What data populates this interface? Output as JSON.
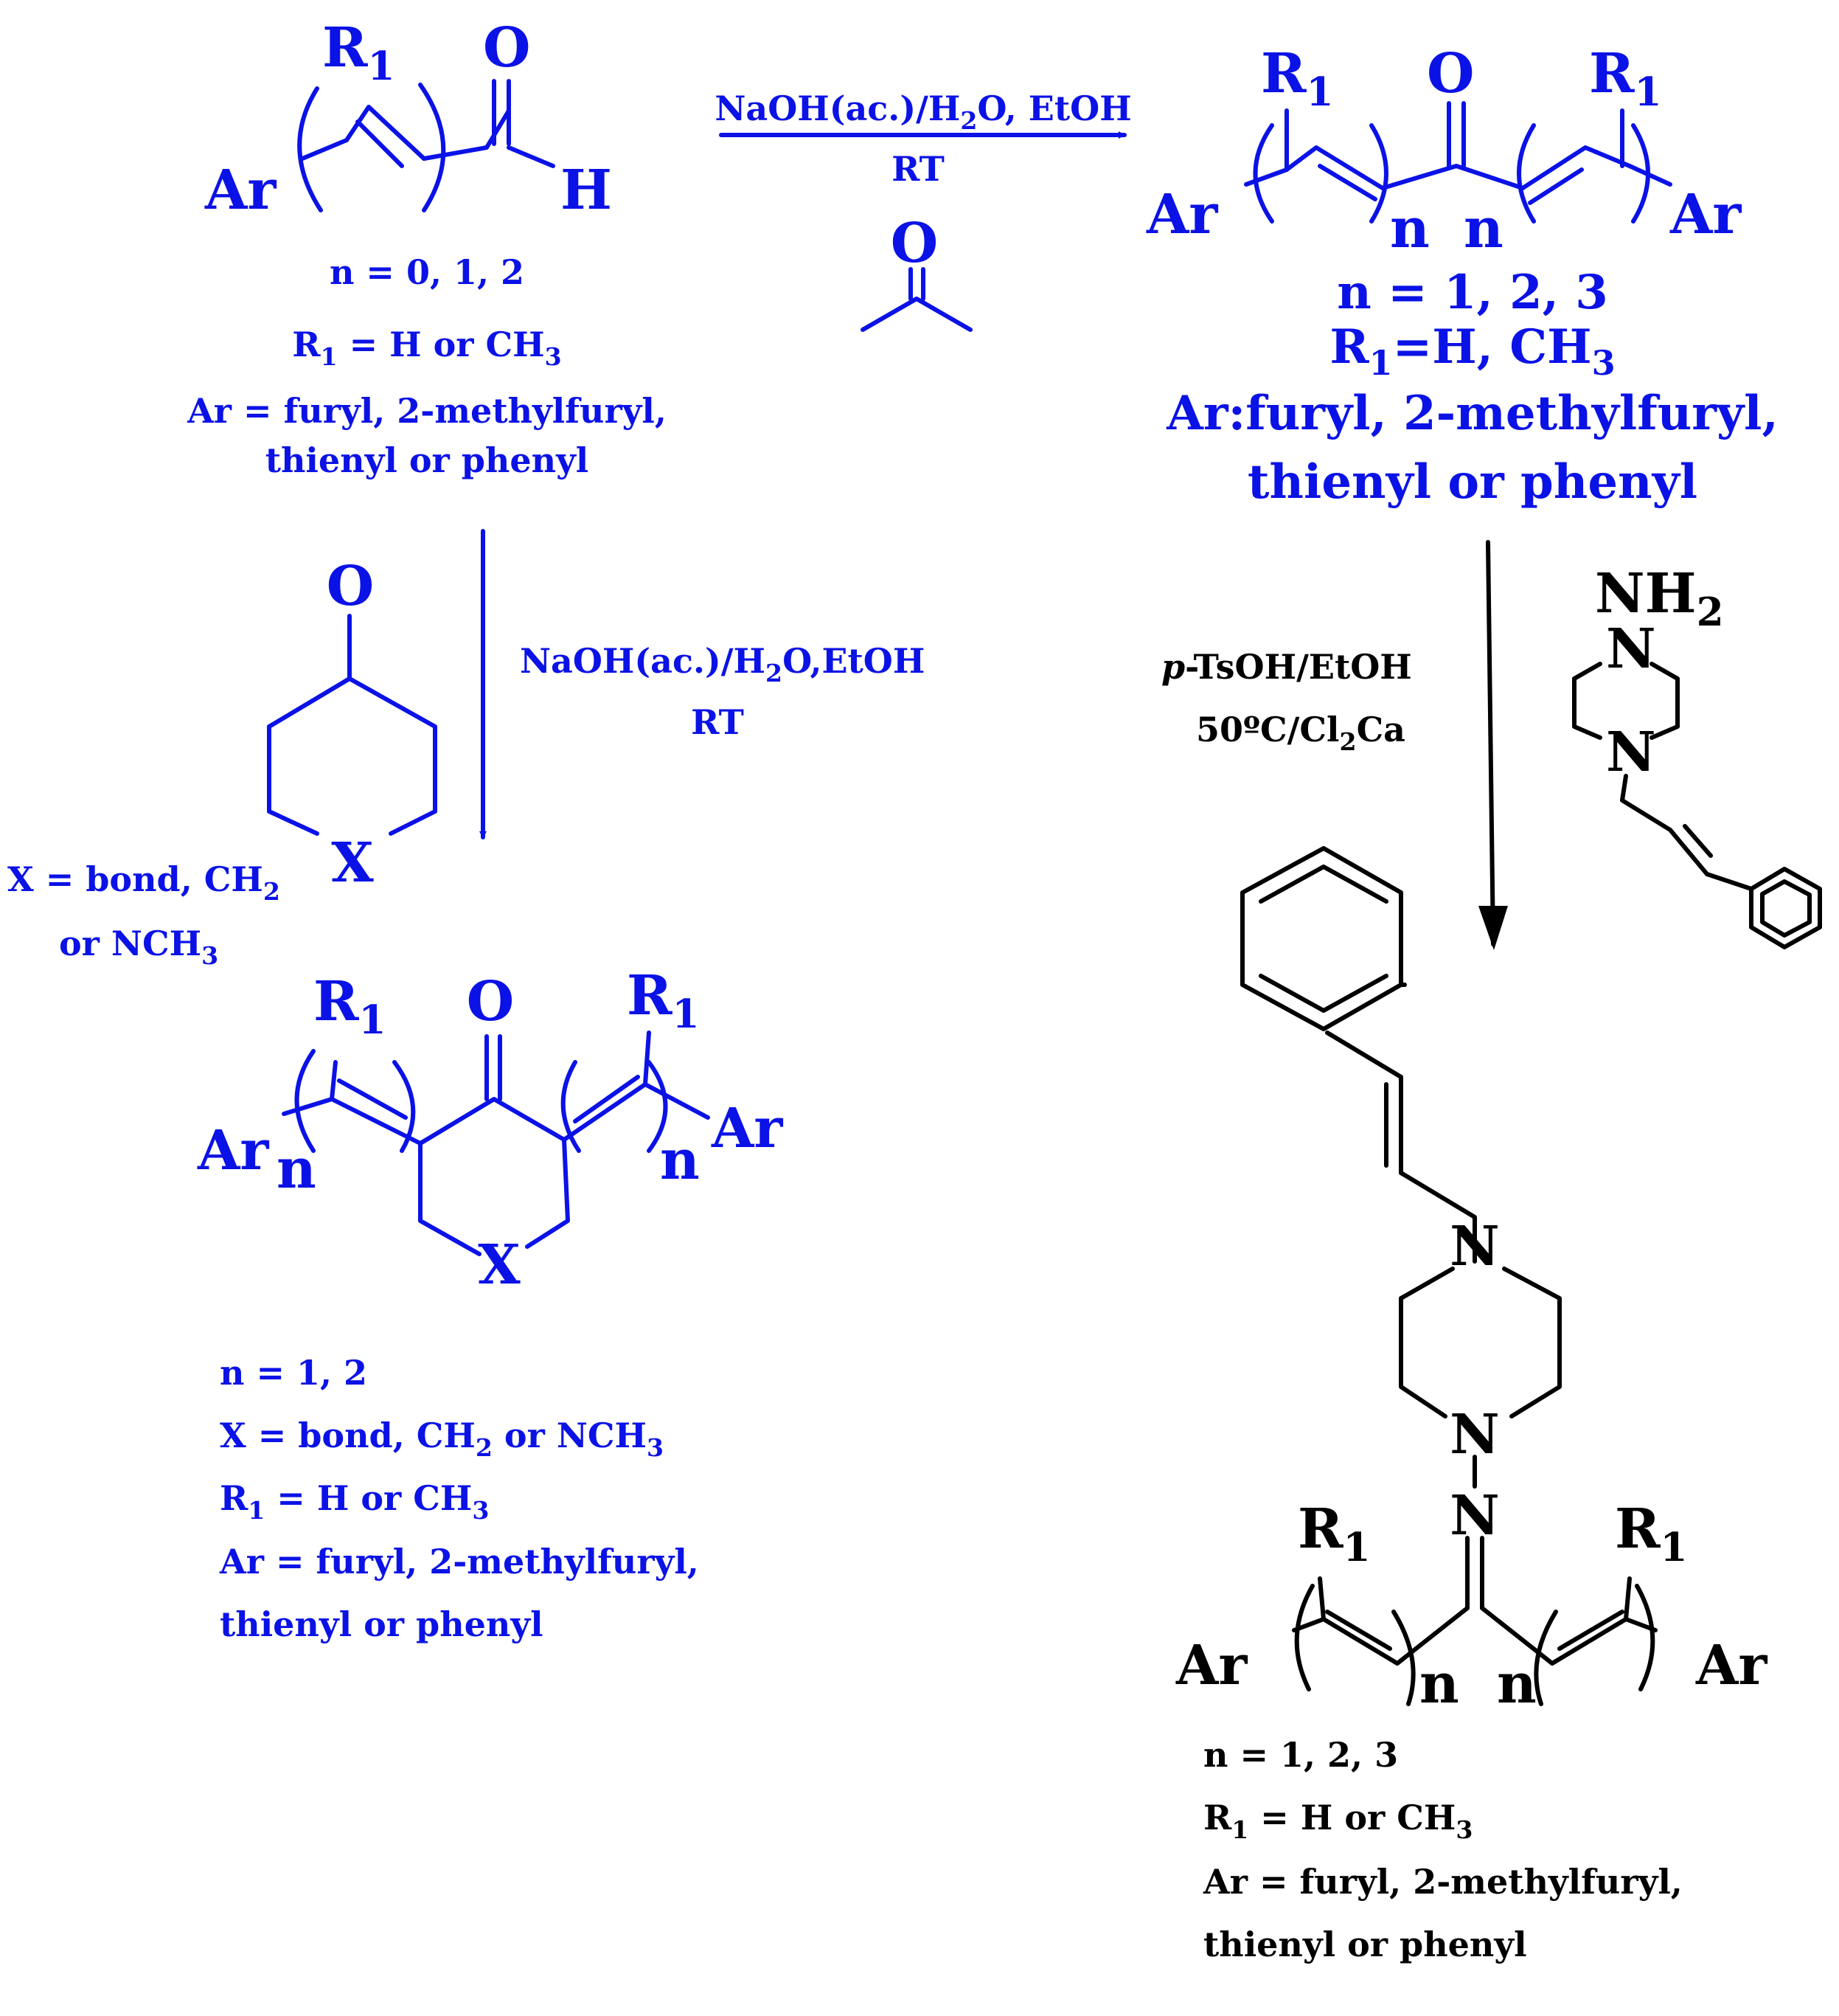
{
  "colors": {
    "reagent_scheme": "#0b12e6",
    "product_scheme": "#000000"
  },
  "atoms": {
    "ar": "Ar",
    "r": "R",
    "r_sub": "1",
    "o": "O",
    "h": "H",
    "n": "n",
    "x": "X",
    "n_atom": "N",
    "nh": "NH",
    "nh_sub": "2"
  },
  "conditions": {
    "top": {
      "line1": "NaOH(ac.)/H",
      "sub": "2",
      "line1_end": "O, EtOH",
      "line2": "RT"
    },
    "left": {
      "line1": "NaOH(ac.)/H",
      "sub": "2",
      "line1_end": "O,EtOH",
      "line2": "RT"
    },
    "right": {
      "italic": "p",
      "line1_end": "-TsOH/EtOH",
      "line2": "50ºC/Cl",
      "sub": "2",
      "line2_end": "Ca"
    }
  },
  "labels": {
    "aldehyde": {
      "n": "n = 0, 1, 2",
      "r1_a": "R",
      "r1_sub": "1",
      "r1_b": " = H or CH",
      "r1_sub2": "3",
      "ar_a": "Ar = furyl, 2-methylfuryl,",
      "ar_b": "thienyl or phenyl"
    },
    "dienone": {
      "n": "n = 1, 2, 3",
      "r1_a": "R",
      "r1_sub": "1",
      "r1_b": "=H, CH",
      "r1_sub2": "3",
      "ar_a": "Ar:furyl, 2-methylfuryl,",
      "ar_b": "thienyl or phenyl"
    },
    "ketone_x": {
      "a": "X = bond, CH",
      "sub": "2",
      "b": "or NCH",
      "sub2": "3"
    },
    "cyclic": {
      "n": "n = 1, 2",
      "x_a": "X = bond, CH",
      "x_sub": "2",
      "x_b": " or NCH",
      "x_sub2": "3",
      "r1_a": "R",
      "r1_sub": "1",
      "r1_b": " = H or CH",
      "r1_sub2": "3",
      "ar_a": "Ar = furyl, 2-methylfuryl,",
      "ar_b": "thienyl or phenyl"
    },
    "hydrazone": {
      "n": "n = 1, 2, 3",
      "r1_a": "R",
      "r1_sub": "1",
      "r1_b": " = H or CH",
      "r1_sub2": "3",
      "ar_a": "Ar = furyl, 2-methylfuryl,",
      "ar_b": "thienyl or phenyl"
    }
  }
}
